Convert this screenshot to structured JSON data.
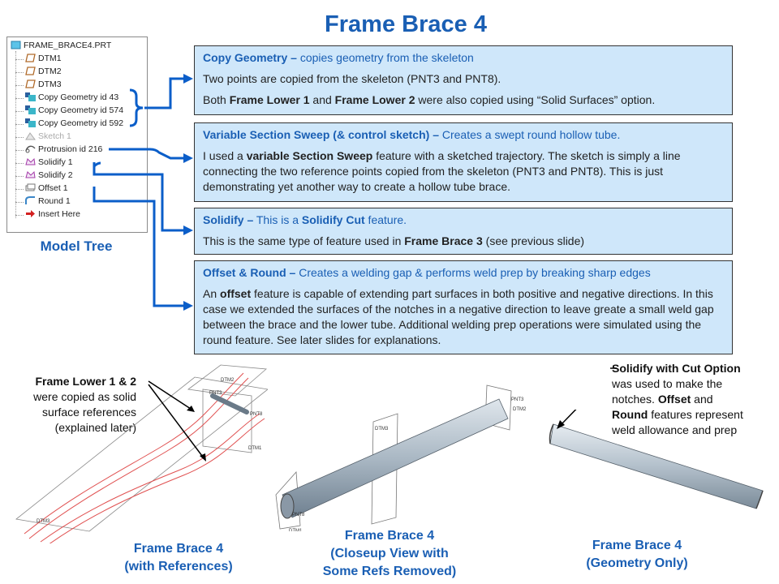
{
  "title": "Frame Brace 4",
  "tree": {
    "root": "FRAME_BRACE4.PRT",
    "items": [
      {
        "label": "DTM1",
        "icon": "datum-plane-icon"
      },
      {
        "label": "DTM2",
        "icon": "datum-plane-icon"
      },
      {
        "label": "DTM3",
        "icon": "datum-plane-icon"
      },
      {
        "label": "Copy Geometry id 43",
        "icon": "copy-geometry-icon"
      },
      {
        "label": "Copy Geometry id 574",
        "icon": "copy-geometry-icon"
      },
      {
        "label": "Copy Geometry id 592",
        "icon": "copy-geometry-icon"
      },
      {
        "label": "Sketch 1",
        "icon": "sketch-icon",
        "dim": true
      },
      {
        "label": "Protrusion id 216",
        "icon": "protrusion-icon"
      },
      {
        "label": "Solidify 1",
        "icon": "solidify-icon"
      },
      {
        "label": "Solidify 2",
        "icon": "solidify-icon"
      },
      {
        "label": "Offset 1",
        "icon": "offset-icon"
      },
      {
        "label": "Round 1",
        "icon": "round-icon"
      },
      {
        "label": "Insert Here",
        "icon": "insert-arrow-icon"
      }
    ],
    "label": "Model Tree"
  },
  "boxes": {
    "copy": {
      "heading": "Copy Geometry –",
      "heading_rest": " copies geometry from the skeleton",
      "p1": "Two points are copied from the skeleton (PNT3 and PNT8).",
      "p2_a": "Both ",
      "p2_b": "Frame Lower 1",
      "p2_c": " and ",
      "p2_d": "Frame Lower 2",
      "p2_e": " were also copied using “Solid Surfaces” option."
    },
    "sweep": {
      "heading": "Variable Section Sweep (& control sketch) –",
      "heading_rest": " Creates a swept round hollow tube.",
      "p1_a": "I used a ",
      "p1_b": "variable Section Sweep",
      "p1_c": " feature with a sketched trajectory. The sketch is simply a line connecting the two reference points copied from the skeleton (PNT3 and PNT8). This is just demonstrating yet another way to create a hollow tube brace."
    },
    "solidify": {
      "heading": "Solidify –",
      "heading_rest_a": " This is a ",
      "heading_rest_b": "Solidify Cut",
      "heading_rest_c": " feature.",
      "p1_a": "This is the same type of feature used in ",
      "p1_b": "Frame Brace 3",
      "p1_c": " (see previous slide)"
    },
    "offset": {
      "heading": "Offset & Round –",
      "heading_rest": " Creates a welding gap & performs weld prep by breaking sharp edges",
      "p1_a": "An ",
      "p1_b": "offset",
      "p1_c": " feature is capable of extending part surfaces in both positive and negative directions. In this case we extended the surfaces of the notches in a negative direction to leave greate a small weld gap between the brace and the lower tube. Additional welding prep operations were simulated using the round feature. See later slides for explanations."
    }
  },
  "left_note": {
    "bold": "Frame Lower 1 & 2",
    "lines": [
      "were copied as solid",
      "surface references",
      "(explained later)"
    ]
  },
  "right_note": {
    "bold1": "Solidify with  Cut Option",
    "t1": "was used to make the",
    "t2": "notches. ",
    "bold2": "Offset",
    "t3": " and",
    "bold3": "Round",
    "t4": " features represent",
    "t5": "weld allowance and prep"
  },
  "captions": {
    "c1": [
      "Frame Brace 4",
      "(with References)"
    ],
    "c2": [
      "Frame Brace 4",
      "(Closeup View with",
      "Some Refs Removed)"
    ],
    "c3": [
      "Frame Brace 4",
      "(Geometry Only)"
    ]
  },
  "labels": {
    "dtm1": "DTM1",
    "dtm2": "DTM2",
    "dtm3": "DTM3",
    "pnt3": "PNT3",
    "pnt8": "PNT8"
  },
  "colors": {
    "accent": "#1a5fb4",
    "box_bg": "#cfe7fa",
    "connector": "#0b5ec9",
    "ref_red": "#e05050"
  }
}
